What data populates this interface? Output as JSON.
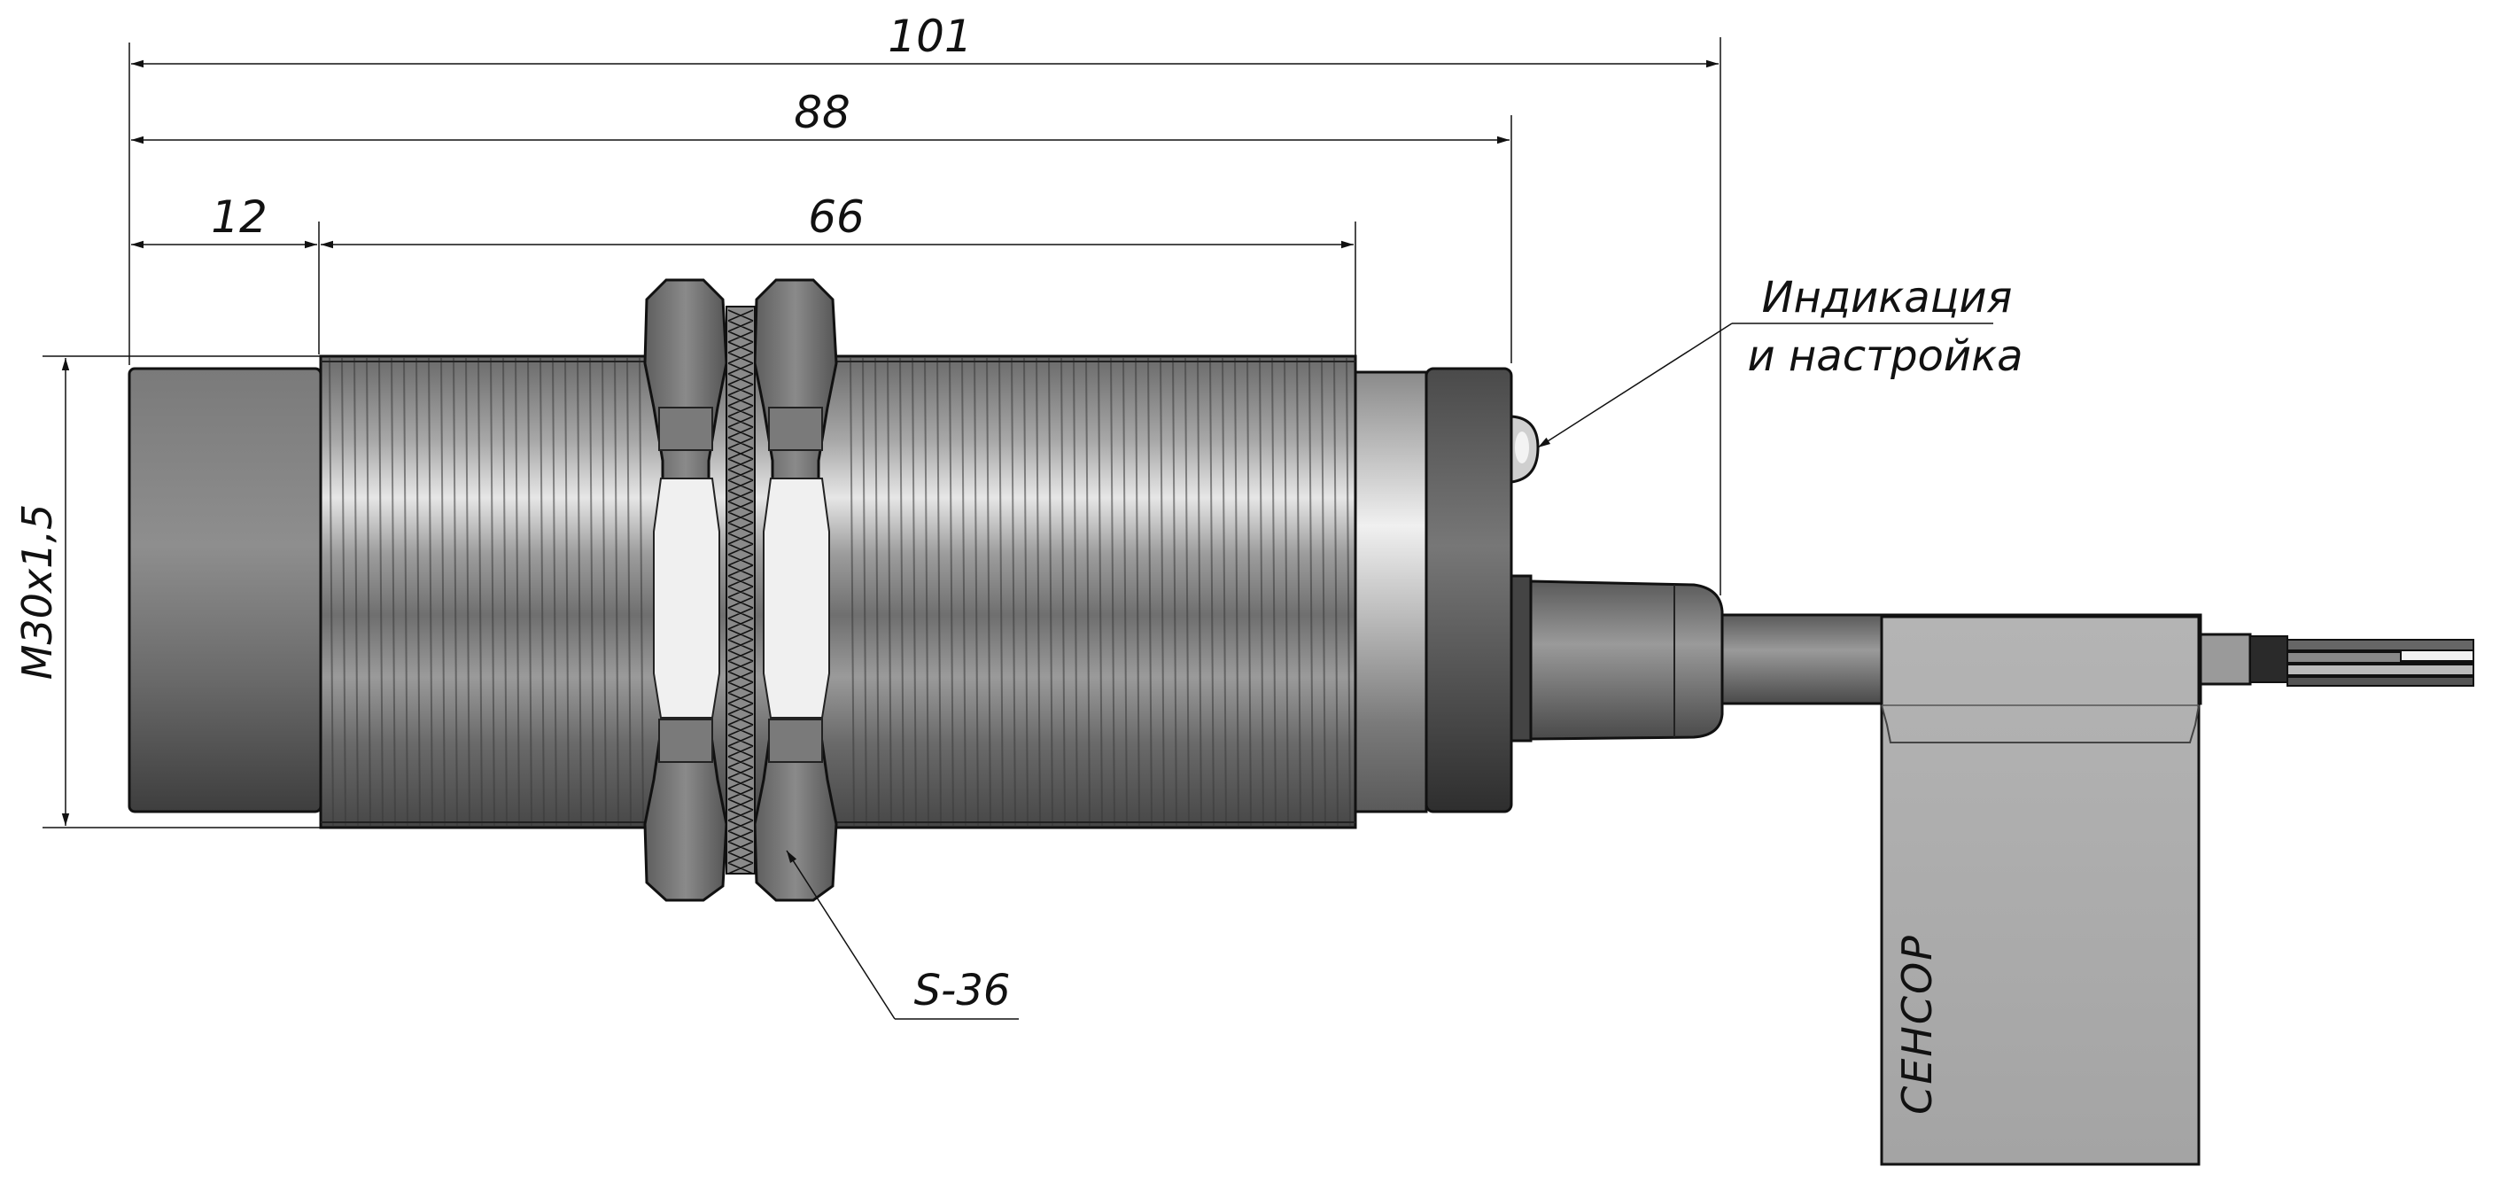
{
  "dimensions": {
    "overall_length": "101",
    "body_length": "88",
    "front_length": "12",
    "thread_length": "66",
    "thread_size": "M30x1,5"
  },
  "callouts": {
    "indication_line1": "Индикация",
    "indication_line2": "и настройка",
    "wrench_size": "S-36"
  },
  "label": {
    "brand": "СЕНСОР"
  },
  "colors": {
    "line": "#111111",
    "metal_dark": "#5a5a5a",
    "metal_light": "#e2e2e2",
    "cap": "#6e6e6e",
    "tag": "#a9a9a9"
  }
}
